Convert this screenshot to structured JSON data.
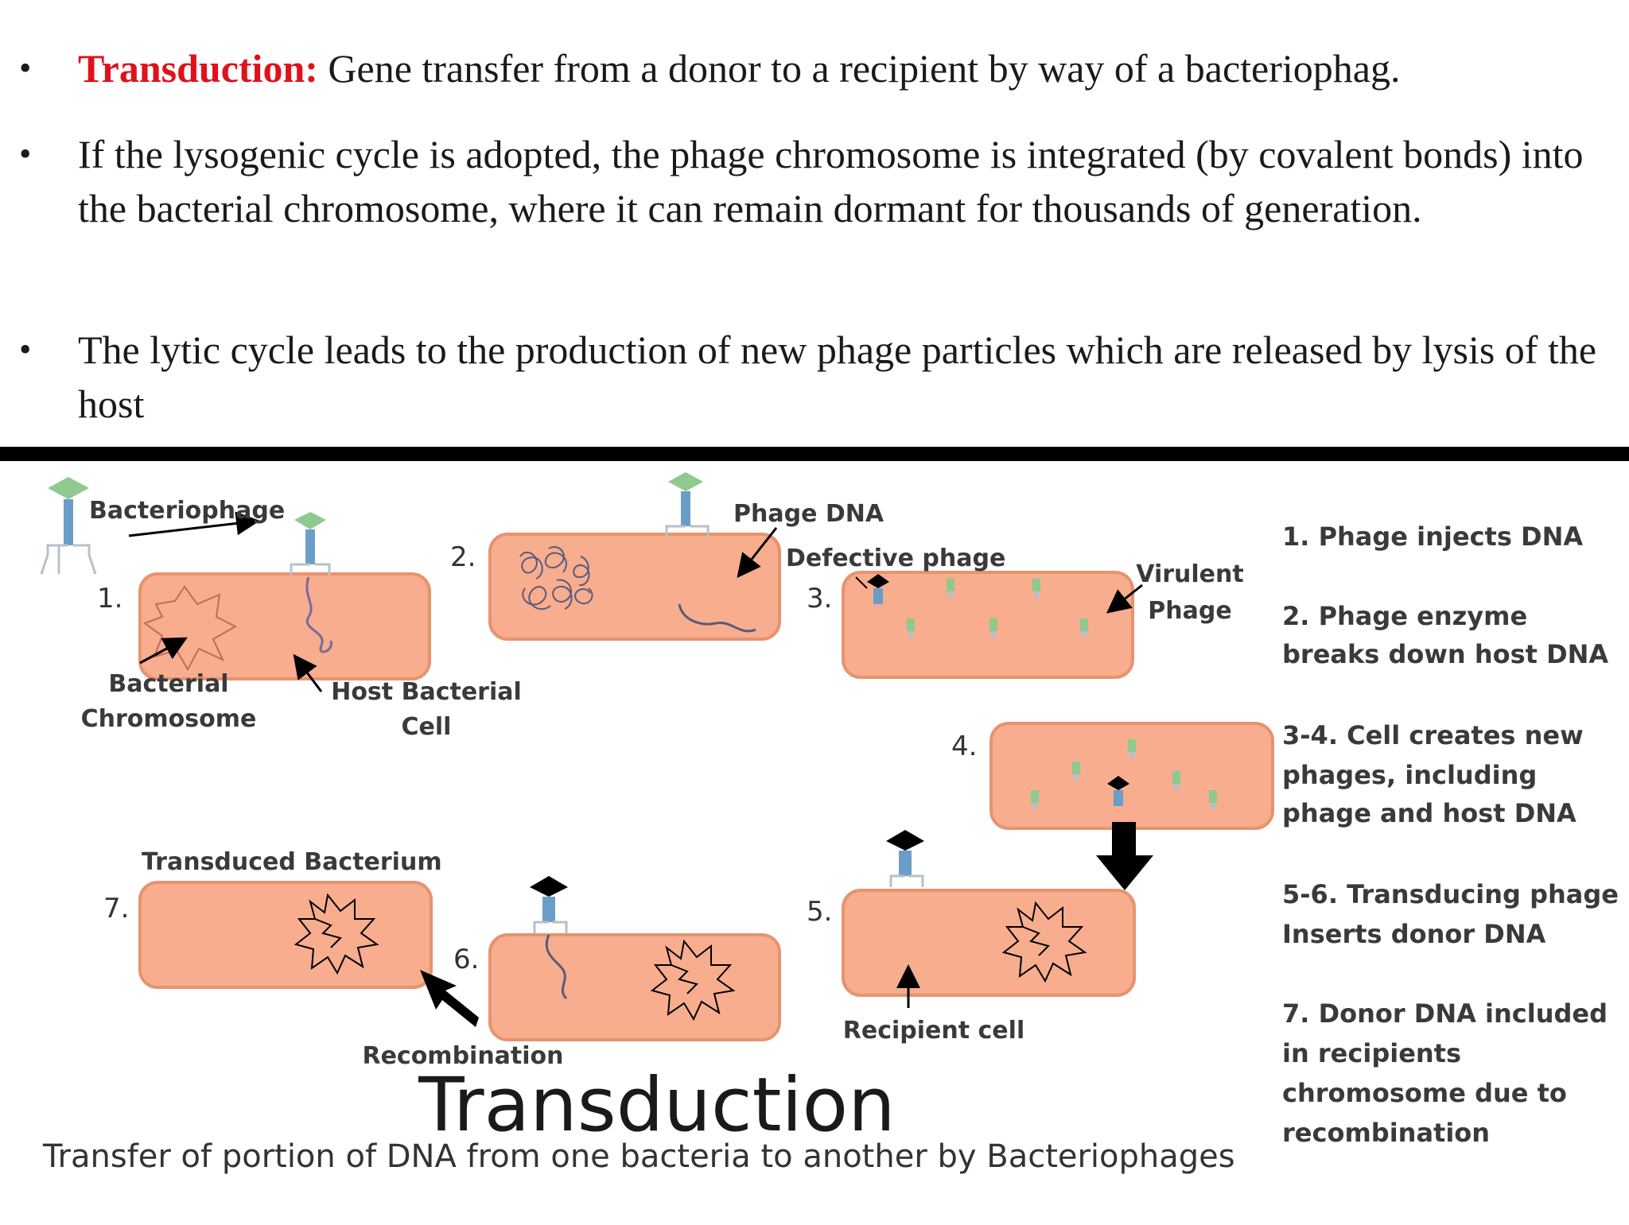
{
  "bullets": [
    {
      "keyword": "Transduction:",
      "text": " Gene transfer from a donor  to a recipient by way of a bacteriophag."
    },
    {
      "text": "If the lysogenic cycle is adopted, the phage chromosome is integrated (by covalent bonds) into the bacterial chromosome, where it can remain dormant for thousands of generation."
    },
    {
      "text": "The lytic cycle leads to the production of new phage particles which are released by lysis of the host"
    }
  ],
  "diagram": {
    "title": "Transduction",
    "subtitle": "Transfer of portion of DNA from one bacteria to another by Bacteriophages",
    "step_numbers": [
      "1.",
      "2.",
      "3.",
      "4.",
      "5.",
      "6.",
      "7."
    ],
    "labels": {
      "bacteriophage": "Bacteriophage",
      "bacterial_chromosome_1": "Bacterial",
      "bacterial_chromosome_2": "Chromosome",
      "host_cell_1": "Host Bacterial",
      "host_cell_2": "Cell",
      "phage_dna": "Phage DNA",
      "defective_phage": "Defective phage",
      "virulent_1": "Virulent",
      "virulent_2": "Phage",
      "transduced_bacterium": "Transduced Bacterium",
      "recombination": "Recombination",
      "recipient_cell": "Recipient cell"
    },
    "legend": [
      [
        "1. Phage injects DNA"
      ],
      [
        "2. Phage enzyme",
        "breaks down host DNA"
      ],
      [
        "3-4. Cell creates new",
        "phages, including",
        "phage and host DNA"
      ],
      [
        "5-6. Transducing phage",
        "Inserts donor DNA"
      ],
      [
        "7. Donor DNA included",
        "in recipients",
        "chromosome due to",
        "recombination"
      ]
    ],
    "colors": {
      "cell_fill": "#f7ad8e",
      "cell_stroke": "#e6936f",
      "phage_head_green": "#8fc98f",
      "phage_tail_blue": "#6a9ec9",
      "phage_head_black": "#000000",
      "keyword_red": "#e0111b"
    }
  }
}
